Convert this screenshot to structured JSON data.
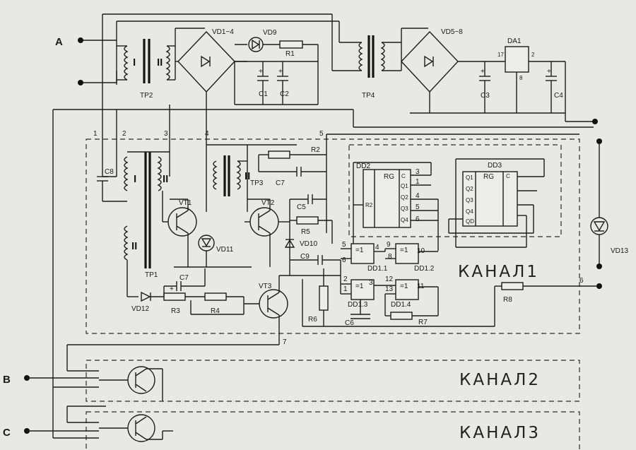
{
  "terminals": {
    "a": "A",
    "b": "B",
    "c": "C"
  },
  "nodes": [
    "1",
    "2",
    "3",
    "4",
    "5",
    "6",
    "7"
  ],
  "transformers": {
    "tp1": "TP1",
    "tp2": "TP2",
    "tp3": "TP3",
    "tp4": "TP4"
  },
  "winding_marks": {
    "one": "I",
    "two": "II"
  },
  "diodes": {
    "vd1_4": "VD1−4",
    "vd5_8": "VD5−8",
    "vd9": "VD9",
    "vd10": "VD10",
    "vd11": "VD11",
    "vd12": "VD12",
    "vd13": "VD13"
  },
  "transistors": {
    "vt1": "VT1",
    "vt2": "VT2",
    "vt3": "VT3"
  },
  "resistors": {
    "r1": "R1",
    "r2": "R2",
    "r3": "R3",
    "r4": "R4",
    "r5": "R5",
    "r6": "R6",
    "r7": "R7",
    "r8": "R8"
  },
  "capacitors": {
    "c1": "C1",
    "c2": "C2",
    "c3": "C3",
    "c4": "C4",
    "c5": "C5",
    "c6": "C6",
    "c7a": "C7",
    "c7b": "C7",
    "c8": "C8",
    "c9": "C9"
  },
  "regulator": {
    "name": "DA1",
    "pin_in": "17",
    "pin_out": "2",
    "pin_gnd": "8"
  },
  "counters": {
    "dd2": {
      "name": "DD2",
      "rg": "RG",
      "c": "C",
      "r": "R2",
      "outs": [
        "Q1",
        "Q2",
        "Q3",
        "Q4"
      ]
    },
    "dd3": {
      "name": "DD3",
      "rg": "RG",
      "c": "C",
      "outs": [
        "Q1",
        "Q2",
        "Q3",
        "Q4",
        "QD"
      ]
    }
  },
  "pin_numbers": {
    "p3": "3",
    "p1": "1",
    "p4": "4",
    "p5": "5",
    "p6": "6"
  },
  "gates": {
    "dd1_1": {
      "name": "DD1.1",
      "sym": "=1",
      "in_a": "5",
      "in_b": "6",
      "out": "4"
    },
    "dd1_2": {
      "name": "DD1.2",
      "sym": "=1",
      "in_a": "9",
      "in_b": "8",
      "out": "10"
    },
    "dd1_3": {
      "name": "DD1.3",
      "sym": "=1",
      "in_a": "2",
      "in_b": "1",
      "out": "3"
    },
    "dd1_4": {
      "name": "DD1.4",
      "sym": "=1",
      "in_a": "12",
      "in_b": "13",
      "out": "11"
    }
  },
  "channels": {
    "ch1": "КАНАЛ1",
    "ch2": "КАНАЛ2",
    "ch3": "КАНАЛ3"
  },
  "polarity": "+"
}
